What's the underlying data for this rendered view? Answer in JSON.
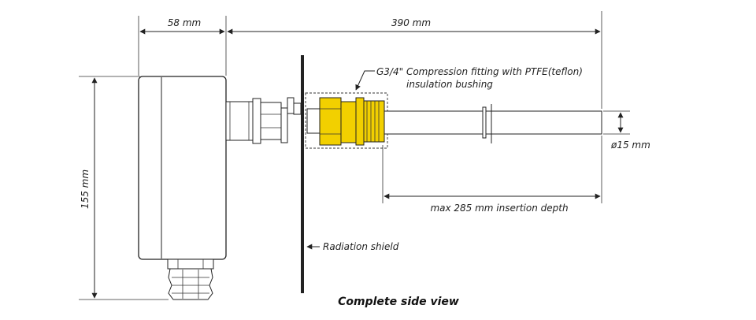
{
  "dimensions": {
    "housing_width": "58 mm",
    "probe_length": "390 mm",
    "height": "155 mm",
    "diameter": "ø15 mm",
    "insertion_depth": "max 285 mm insertion depth"
  },
  "labels": {
    "fitting_line1": "G3/4\" Compression fitting with PTFE(teflon)",
    "fitting_line2": "insulation bushing",
    "radiation_shield": "Radiation shield"
  },
  "caption": "Complete side view",
  "colors": {
    "fitting": "#f2d000",
    "housing": "#ffffff",
    "outline": "#222222",
    "shield": "#222222"
  }
}
